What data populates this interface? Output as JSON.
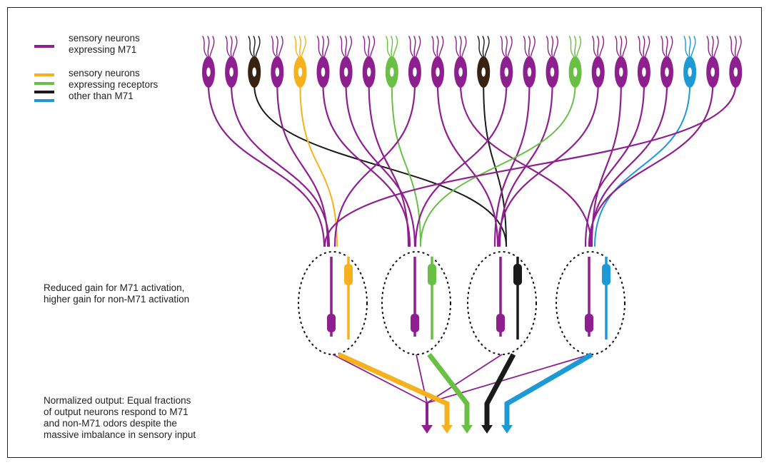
{
  "legend": {
    "items": [
      {
        "line1": "sensory neurons",
        "line2": "expressing M71",
        "color": "#8e1f8e"
      },
      {
        "line1": "sensory neurons",
        "line2": "expressing receptors",
        "line3": "other than M71"
      }
    ],
    "other_colors": [
      "#f5b21e",
      "#6abf45",
      "#1a1a1a",
      "#1d9ad6"
    ]
  },
  "labels": {
    "glomeruli_line1": "Reduced gain for M71 activation,",
    "glomeruli_line2": "higher gain for non-M71 activation",
    "output_line1": "Normalized output: Equal fractions",
    "output_line2": "of output neurons respond to M71",
    "output_line3": "and non-M71 odors despite the",
    "output_line4": "massive imbalance in sensory input"
  },
  "colors": {
    "m71": "#8e1f8e",
    "yellow": "#f5b21e",
    "green": "#6abf45",
    "black": "#1a1a1a",
    "blue": "#1d9ad6",
    "dark_brown": "#3a2210"
  },
  "neurons": [
    "m71",
    "m71",
    "brown",
    "m71",
    "yellow",
    "m71",
    "m71",
    "m71",
    "green",
    "m71",
    "m71",
    "m71",
    "brown",
    "m71",
    "m71",
    "m71",
    "green",
    "m71",
    "m71",
    "m71",
    "m71",
    "blue",
    "m71",
    "m71"
  ],
  "glomeruli": [
    {
      "other_color": "yellow"
    },
    {
      "other_color": "green"
    },
    {
      "other_color": "black"
    },
    {
      "other_color": "blue"
    }
  ]
}
